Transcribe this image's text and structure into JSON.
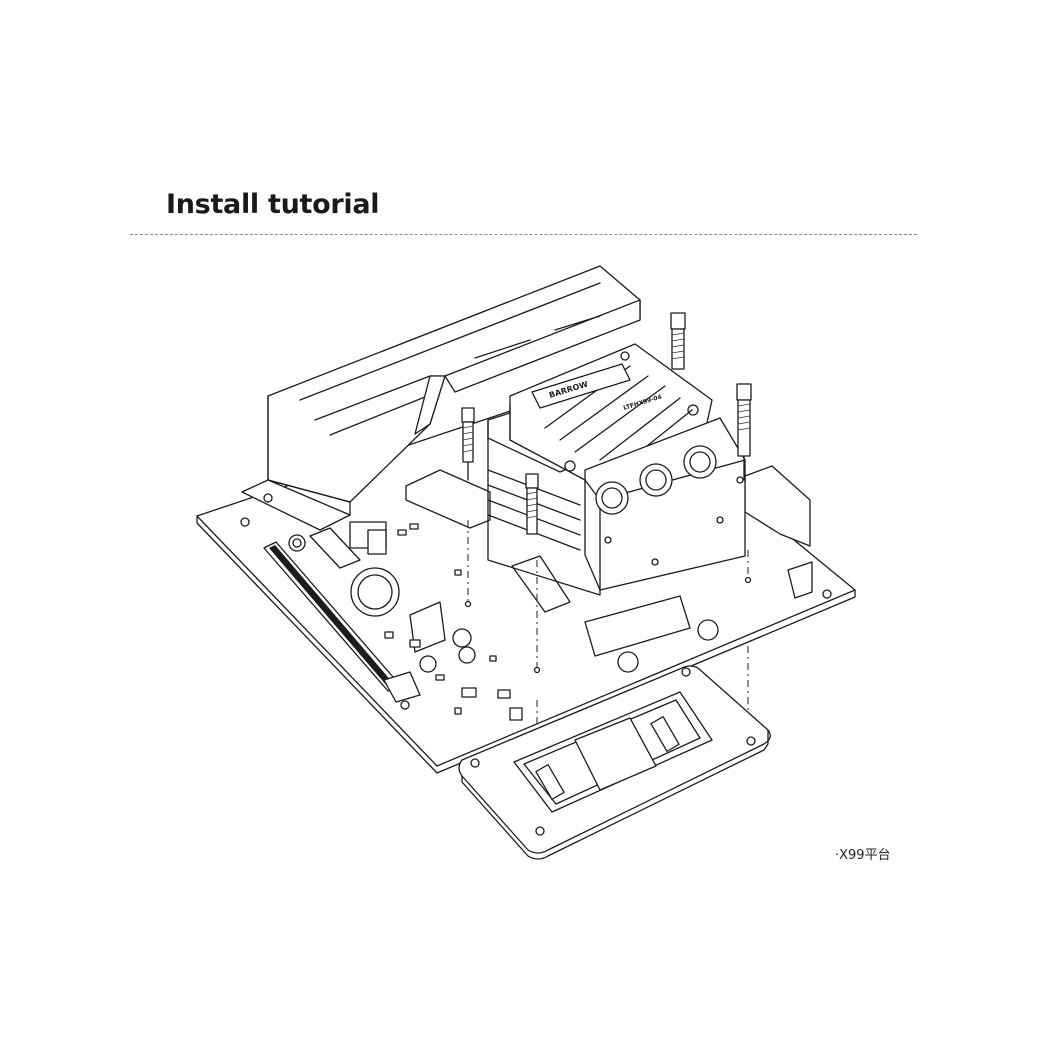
{
  "header": {
    "title": "Install tutorial"
  },
  "diagram": {
    "brand_text": "BARROW",
    "model_text": "LTFHX99-04",
    "caption": "·X99平台"
  }
}
